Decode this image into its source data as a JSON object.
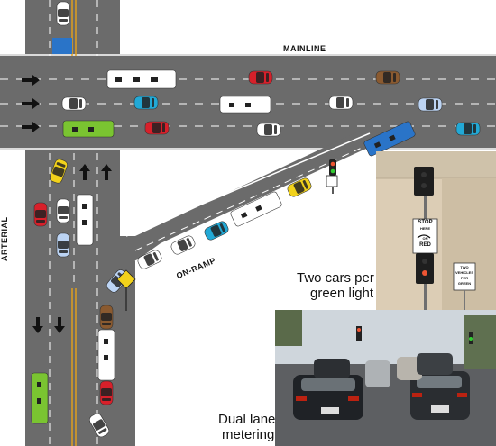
{
  "labels": {
    "mainline": "MAINLINE",
    "arterial": "ARTERIAL",
    "on_ramp": "ON-RAMP"
  },
  "signs": {
    "stop_line_1": "STOP",
    "stop_line_2": "HERE",
    "stop_line_3": "ON",
    "stop_line_4": "RED",
    "vehicles_line_1": "TWO",
    "vehicles_line_2": "VEHICLES",
    "vehicles_line_3": "PER",
    "vehicles_line_4": "GREEN"
  },
  "captions": {
    "two_cars_line_1": "Two cars per",
    "two_cars_line_2": "green light",
    "dual_lane_line_1": "Dual lane",
    "dual_lane_line_2": "metering"
  },
  "colors": {
    "road": "#6b6b6b",
    "lane_marking": "#ffffff",
    "center_line": "#e0a020",
    "car_yellow": "#f2d21b",
    "car_red": "#d8202a",
    "car_blue": "#2a74c8",
    "car_cyan": "#22a9d6",
    "car_green": "#7ac431",
    "car_brown": "#8a5a30",
    "car_white": "#ffffff",
    "car_black": "#1a1a1a"
  }
}
